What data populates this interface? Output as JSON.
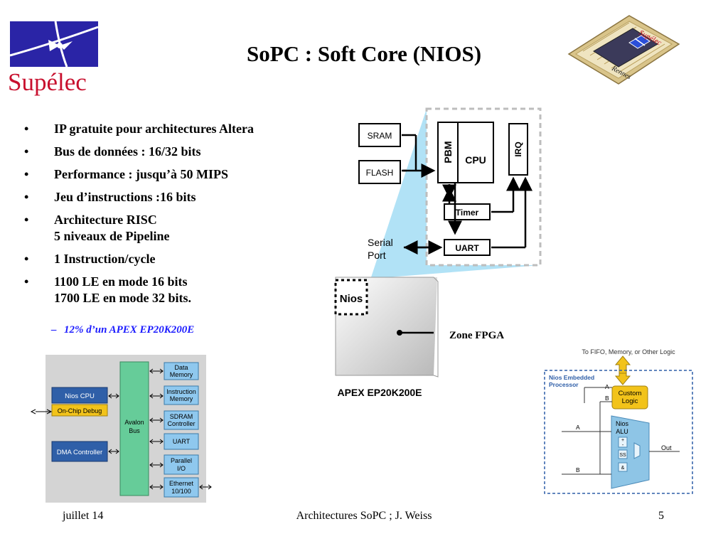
{
  "title": "SoPC : Soft Core (NIOS)",
  "logo": {
    "text": "Supélec"
  },
  "chip_image": {
    "label_top": "Supélec",
    "label_bottom": "Rennes"
  },
  "bullets": [
    {
      "line1": "IP gratuite pour architectures Altera",
      "line2": ""
    },
    {
      "line1": "Bus de données : 16/32 bits",
      "line2": ""
    },
    {
      "line1": "Performance : jusqu’à 50 MIPS",
      "line2": ""
    },
    {
      "line1": "Jeu d’instructions :16 bits",
      "line2": ""
    },
    {
      "line1": "Architecture RISC",
      "line2": "5 niveaux de Pipeline"
    },
    {
      "line1": "1 Instruction/cycle",
      "line2": ""
    },
    {
      "line1": "1100 LE en mode 16 bits",
      "line2": "1700 LE en mode 32 bits."
    }
  ],
  "bullet_symbol": "•",
  "sub_bullet": {
    "dash": "–",
    "text": "12% d’un APEX EP20K200E"
  },
  "nios_diagram": {
    "sram": "SRAM",
    "flash": "FLASH",
    "pbm": "PBM",
    "cpu": "CPU",
    "irq": "IRQ",
    "timer": "Timer",
    "uart": "UART",
    "serial_port_line1": "Serial",
    "serial_port_line2": "Port",
    "nios": "Nios",
    "zone_fpga": "Zone FPGA",
    "apex": "APEX EP20K200E"
  },
  "avalon_diagram": {
    "nios_cpu": "Nios CPU",
    "onchip_debug": "On-Chip Debug",
    "dma": "DMA Controller",
    "bus_line1": "Avalon",
    "bus_line2": "Bus",
    "peripherals": [
      {
        "l1": "Data",
        "l2": "Memory"
      },
      {
        "l1": "Instruction",
        "l2": "Memory"
      },
      {
        "l1": "SDRAM",
        "l2": "Controller"
      },
      {
        "l1": "UART",
        "l2": ""
      },
      {
        "l1": "Parallel",
        "l2": "I/O"
      },
      {
        "l1": "Ethernet",
        "l2": "10/100"
      }
    ]
  },
  "alu_diagram": {
    "top_label": "To FIFO, Memory, or Other Logic",
    "embedded_line1": "Nios Embedded",
    "embedded_line2": "Processor",
    "custom_line1": "Custom",
    "custom_line2": "Logic",
    "alu_line1": "Nios",
    "alu_line2": "ALU",
    "op_add": "+",
    "op_sub": "-",
    "op_shift": "SS",
    "op_and": "&",
    "a_top": "A",
    "b_top": "B",
    "a_mid": "A",
    "b_bottom": "B",
    "out": "Out"
  },
  "footer": {
    "date": "juillet 14",
    "center": "Architectures SoPC ; J. Weiss",
    "page": "5"
  },
  "colors": {
    "logo_blue": "#2a24a6",
    "logo_red": "#c8102e",
    "subbullet": "#1a1aff",
    "bus_green": "#66cc99",
    "box_blue": "#5aa3d6",
    "fpga_cone": "#a8dff5"
  }
}
